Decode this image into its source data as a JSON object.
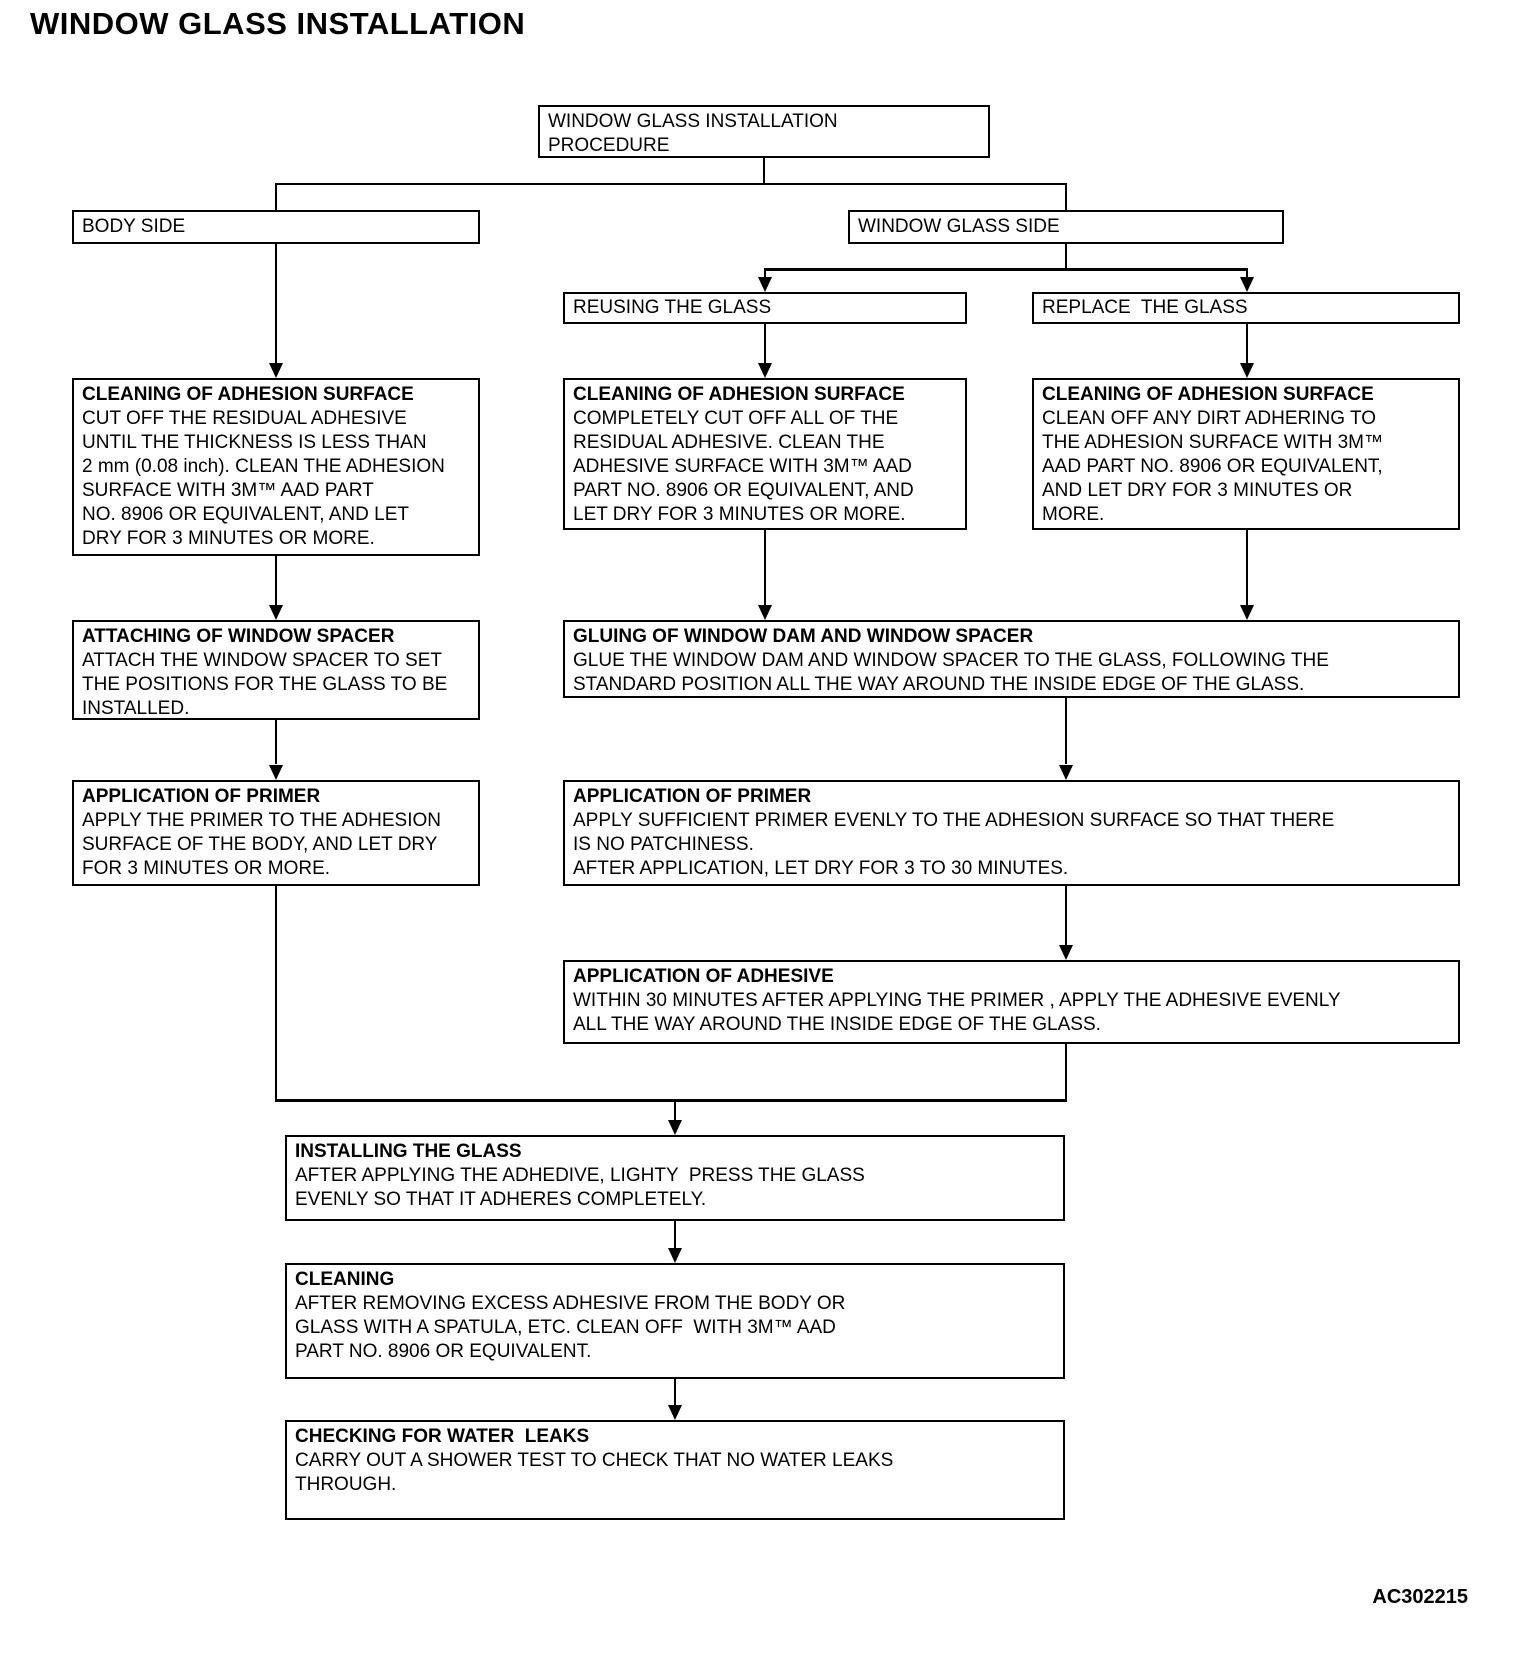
{
  "page": {
    "title": "WINDOW GLASS INSTALLATION",
    "doc_code": "AC302215"
  },
  "nodes": {
    "procedure": {
      "label": "WINDOW GLASS INSTALLATION\nPROCEDURE"
    },
    "body_side": {
      "label": "BODY SIDE"
    },
    "window_glass_side": {
      "label": "WINDOW GLASS SIDE"
    },
    "reusing": {
      "label": "REUSING THE GLASS"
    },
    "replace": {
      "label": "REPLACE  THE GLASS"
    },
    "clean_body": {
      "heading": "CLEANING OF ADHESION SURFACE",
      "body": "CUT OFF THE RESIDUAL ADHESIVE\nUNTIL THE THICKNESS IS LESS THAN\n2 mm (0.08 inch). CLEAN THE ADHESION\nSURFACE WITH 3M™ AAD PART\nNO. 8906 OR EQUIVALENT, AND LET\nDRY FOR 3 MINUTES OR MORE."
    },
    "clean_reuse": {
      "heading": "CLEANING OF ADHESION SURFACE",
      "body": "COMPLETELY CUT OFF ALL OF THE\nRESIDUAL ADHESIVE. CLEAN THE\nADHESIVE SURFACE WITH 3M™ AAD\nPART NO. 8906 OR EQUIVALENT, AND\nLET DRY FOR 3 MINUTES OR MORE."
    },
    "clean_replace": {
      "heading": "CLEANING OF ADHESION SURFACE",
      "body": "CLEAN OFF ANY DIRT ADHERING TO\nTHE ADHESION SURFACE WITH 3M™\nAAD PART NO. 8906 OR EQUIVALENT,\nAND LET DRY FOR 3 MINUTES OR\nMORE."
    },
    "attach_spacer": {
      "heading": "ATTACHING OF WINDOW SPACER",
      "body": "ATTACH THE WINDOW SPACER TO SET\nTHE POSITIONS FOR THE GLASS TO BE\nINSTALLED."
    },
    "gluing": {
      "heading": "GLUING OF WINDOW DAM AND WINDOW SPACER",
      "body": "GLUE THE WINDOW DAM AND WINDOW SPACER TO THE GLASS, FOLLOWING THE\nSTANDARD POSITION ALL THE WAY AROUND THE INSIDE EDGE OF THE GLASS."
    },
    "primer_body": {
      "heading": "APPLICATION OF PRIMER",
      "body": "APPLY THE PRIMER TO THE ADHESION\nSURFACE OF THE BODY, AND LET DRY\nFOR 3 MINUTES OR MORE."
    },
    "primer_glass": {
      "heading": "APPLICATION OF PRIMER",
      "body": "APPLY SUFFICIENT PRIMER EVENLY TO THE ADHESION SURFACE SO THAT THERE\nIS NO PATCHINESS.\nAFTER APPLICATION, LET DRY FOR 3 TO 30 MINUTES."
    },
    "adhesive": {
      "heading": "APPLICATION OF ADHESIVE",
      "body": "WITHIN 30 MINUTES AFTER APPLYING THE PRIMER , APPLY THE ADHESIVE EVENLY\nALL THE WAY AROUND THE INSIDE EDGE OF THE GLASS."
    },
    "installing": {
      "heading": "INSTALLING THE GLASS",
      "body": "AFTER APPLYING THE ADHEDIVE, LIGHTY  PRESS THE GLASS\nEVENLY SO THAT IT ADHERES COMPLETELY."
    },
    "cleaning": {
      "heading": "CLEANING",
      "body": "AFTER REMOVING EXCESS ADHESIVE FROM THE BODY OR\nGLASS WITH A SPATULA, ETC. CLEAN OFF  WITH 3M™ AAD\nPART NO. 8906 OR EQUIVALENT."
    },
    "checking": {
      "heading": "CHECKING FOR WATER  LEAKS",
      "body": "CARRY OUT A SHOWER TEST TO CHECK THAT NO WATER LEAKS\nTHROUGH."
    }
  }
}
